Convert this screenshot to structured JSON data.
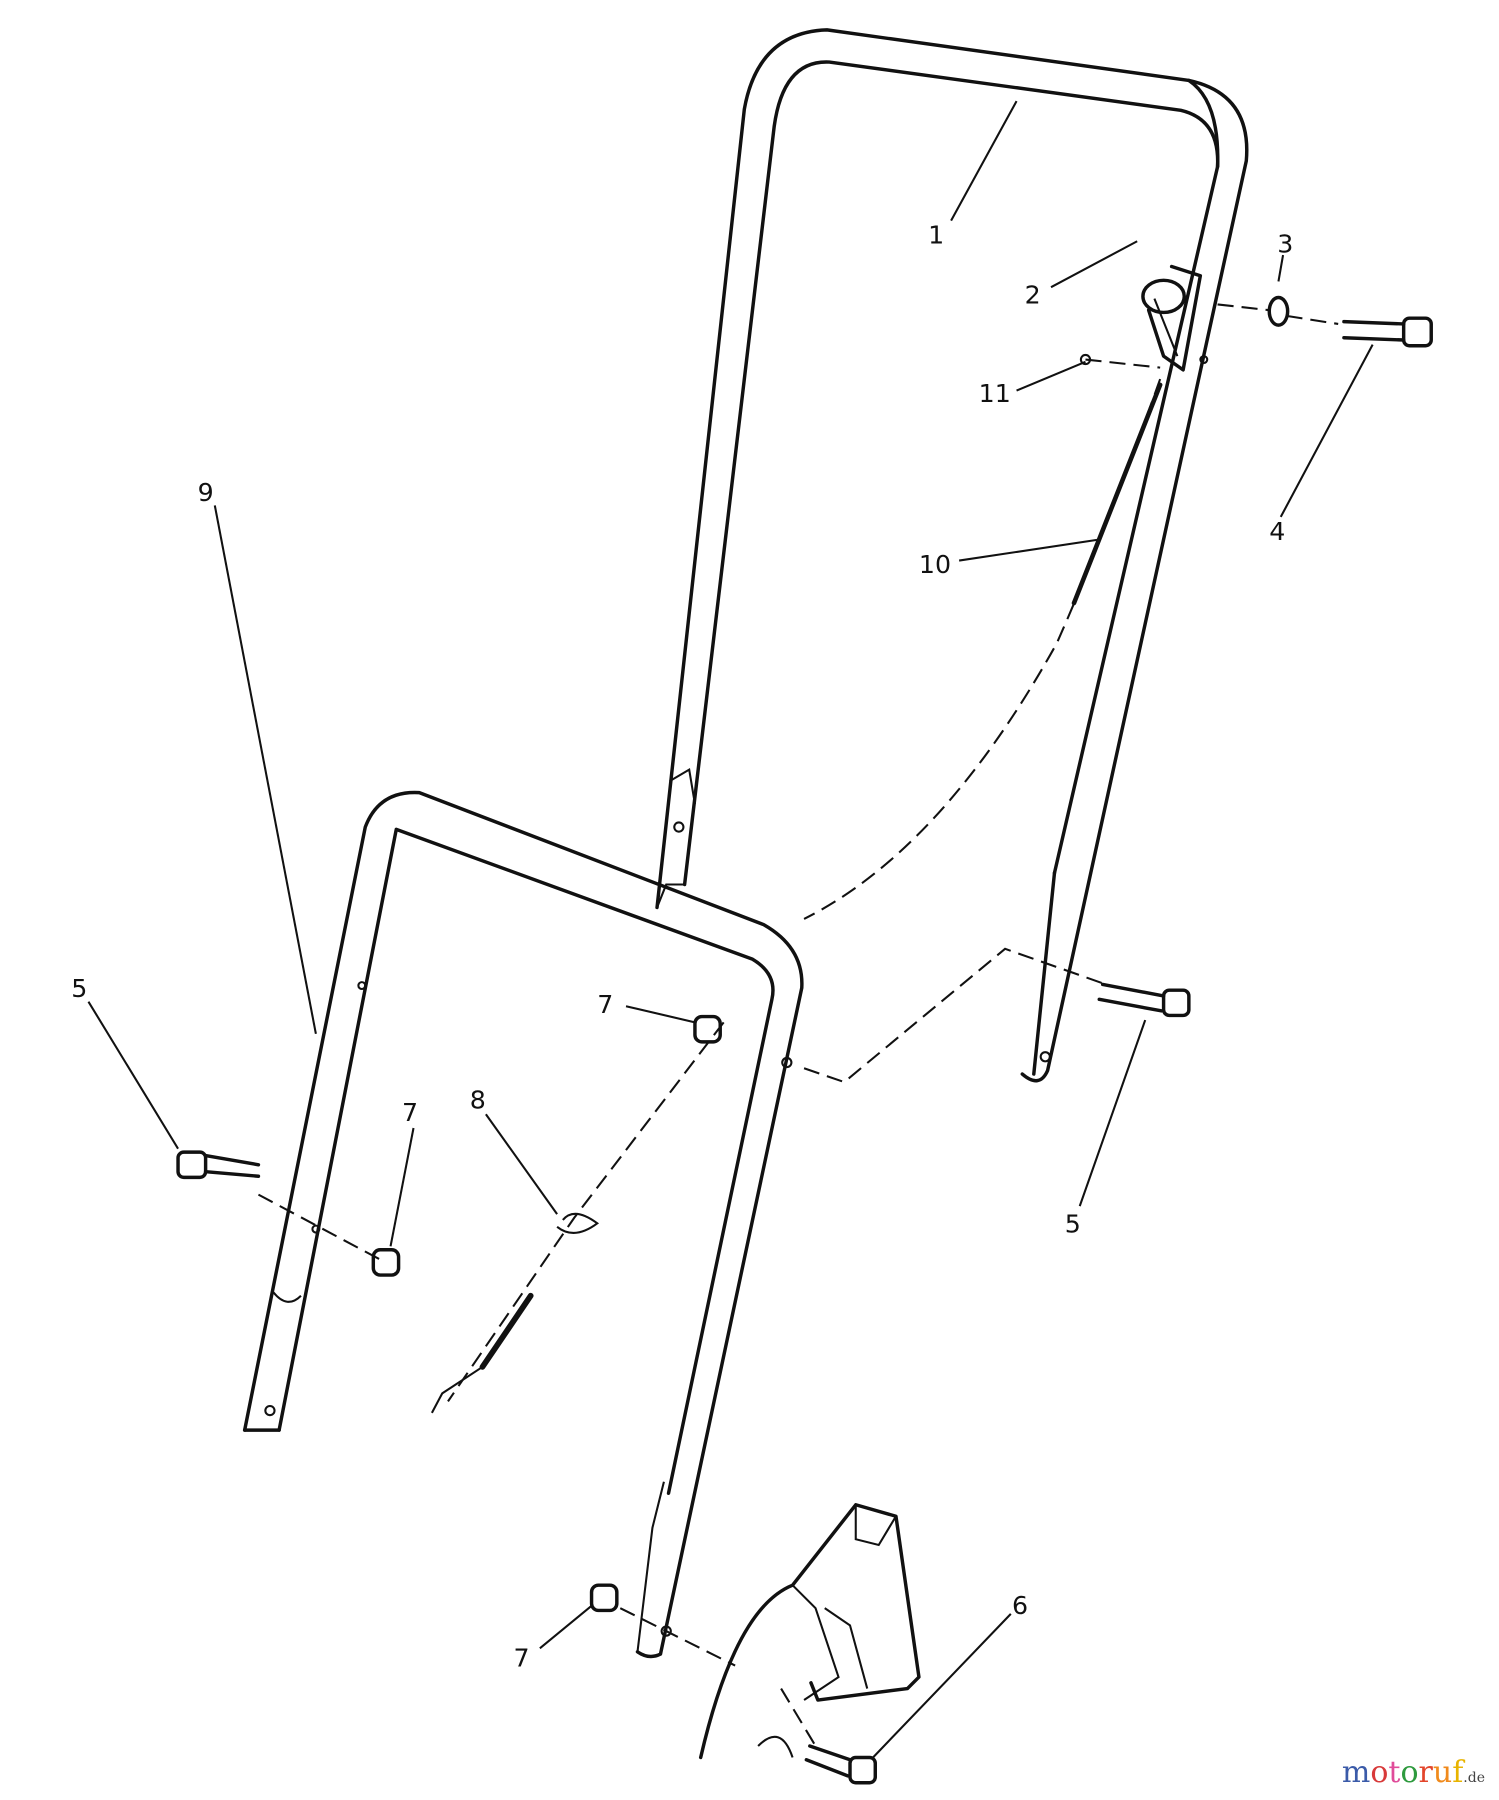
{
  "diagram": {
    "callouts": [
      {
        "id": "callout-1",
        "label": "1"
      },
      {
        "id": "callout-2",
        "label": "2"
      },
      {
        "id": "callout-3",
        "label": "3"
      },
      {
        "id": "callout-4",
        "label": "4"
      },
      {
        "id": "callout-5a",
        "label": "5"
      },
      {
        "id": "callout-5b",
        "label": "5"
      },
      {
        "id": "callout-6",
        "label": "6"
      },
      {
        "id": "callout-7a",
        "label": "7"
      },
      {
        "id": "callout-7b",
        "label": "7"
      },
      {
        "id": "callout-7c",
        "label": "7"
      },
      {
        "id": "callout-8",
        "label": "8"
      },
      {
        "id": "callout-9",
        "label": "9"
      },
      {
        "id": "callout-10",
        "label": "10"
      },
      {
        "id": "callout-11",
        "label": "11"
      }
    ]
  },
  "watermark": {
    "text": "motoruf",
    "suffix": ".de",
    "colors": [
      "#3b5ba9",
      "#d83a3a",
      "#e04c9a",
      "#2e9a3e",
      "#e3452b",
      "#f08a1c",
      "#e8b400"
    ]
  }
}
